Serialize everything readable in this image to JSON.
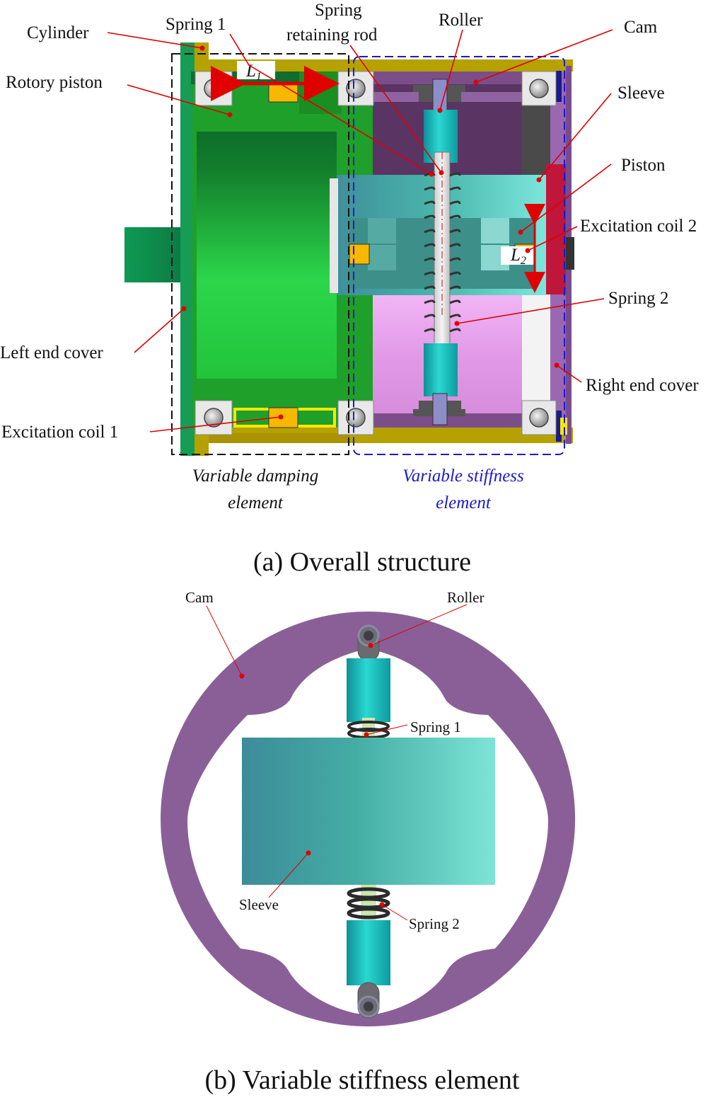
{
  "part_a": {
    "caption": "(a) Overall structure",
    "labels": {
      "cylinder": "Cylinder",
      "spring1": "Spring 1",
      "retaining_rod_line1": "Spring",
      "retaining_rod_line2": "retaining rod",
      "roller": "Roller",
      "cam": "Cam",
      "rotory_piston": "Rotory piston",
      "sleeve": "Sleeve",
      "piston": "Piston",
      "excitation_coil_2": "Excitation coil 2",
      "spring2": "Spring 2",
      "left_end_cover": "Left end cover",
      "right_end_cover": "Right end cover",
      "excitation_coil_1": "Excitation coil 1"
    },
    "dimensions": {
      "l1_base": "L",
      "l1_sub": "1",
      "l2_base": "L",
      "l2_sub": "2"
    },
    "regions": {
      "damping_line1": "Variable damping",
      "damping_line2": "element",
      "stiffness_line1": "Variable stiffness",
      "stiffness_line2": "element"
    }
  },
  "part_b": {
    "caption": "(b) Variable stiffness element",
    "labels": {
      "cam": "Cam",
      "roller": "Roller",
      "spring1": "Spring 1",
      "sleeve": "Sleeve",
      "spring2": "Spring 2"
    }
  },
  "colors": {
    "cylinder": "#b5a200",
    "green_part": "#1fa02a",
    "cam_purple": "#8a5f98",
    "teal_sleeve": "#3fb8ad",
    "pink_piston": "#e6a5ec",
    "coil": "#f8b800",
    "leader": "#e00000",
    "damping_box": "#111111",
    "stiffness_box": "#1a1acc"
  }
}
